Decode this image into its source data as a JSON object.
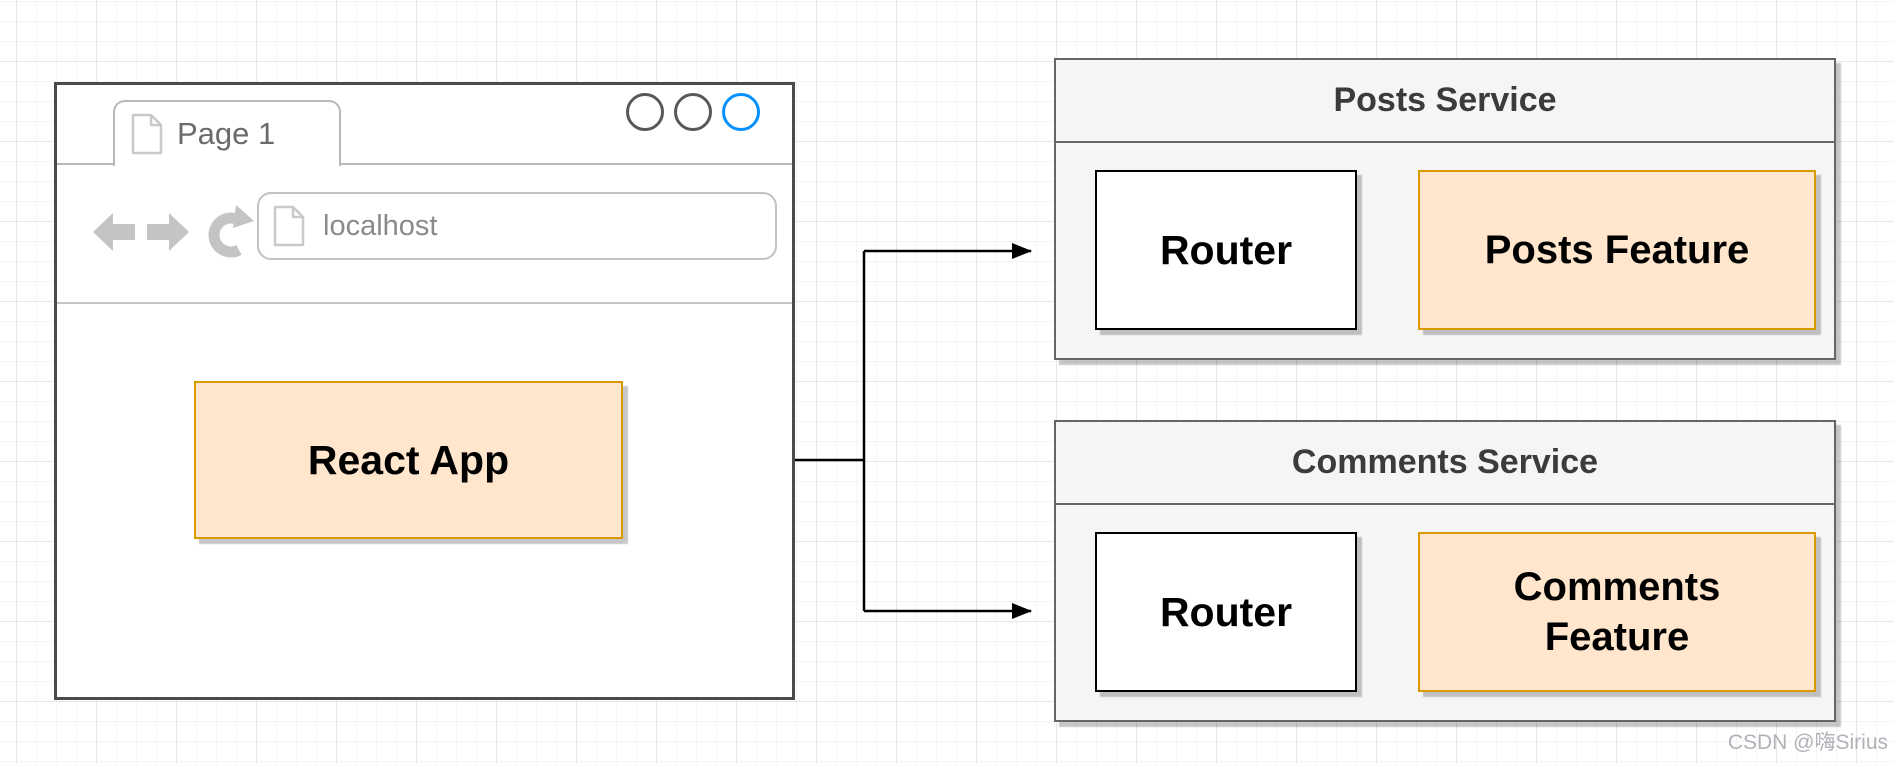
{
  "diagram": {
    "browser_window": {
      "tab_label": "Page 1",
      "url": "localhost"
    },
    "react_app_label": "React App",
    "services": [
      {
        "title": "Posts Service",
        "router_label": "Router",
        "feature_label": "Posts Feature"
      },
      {
        "title": "Comments Service",
        "router_label": "Router",
        "feature_label": "Comments Feature"
      }
    ],
    "edges": [
      {
        "from": "react-app",
        "to": "posts-service"
      },
      {
        "from": "react-app",
        "to": "comments-service"
      },
      {
        "from": "posts-router",
        "to": "posts-feature"
      },
      {
        "from": "comments-router",
        "to": "comments-feature"
      }
    ]
  },
  "colors": {
    "feature_fill": "#ffe6cc",
    "feature_border": "#d79b00",
    "panel_fill": "#f5f5f5",
    "panel_border": "#666666",
    "router_fill": "#ffffff",
    "router_border": "#000000",
    "edge": "#000000",
    "browser_accent_blue": "#0591ff"
  },
  "watermark": "CSDN @嗨Sirius"
}
